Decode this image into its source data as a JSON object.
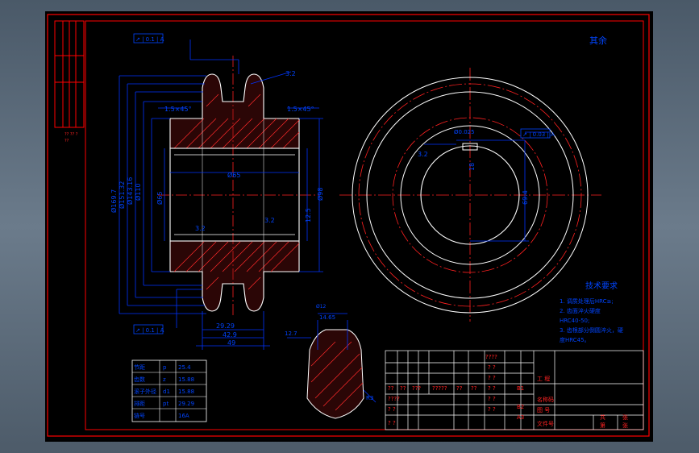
{
  "colors": {
    "frame": "#ff0000",
    "dim": "#0033ff",
    "center": "#ff2020",
    "outline": "#ffffff",
    "part": "#ffffff",
    "text": "#0044ff",
    "table": "#ffffff",
    "tabletext": "#ff2222"
  },
  "drawing": {
    "datum_top": "↗ | 0.1 | A",
    "datum_bottom": "↗ | 0.1 | A",
    "datum_right": "↗ | 0.03 | A",
    "datum_right2": "Ø0.025",
    "chamfer_left": "1.5×45°",
    "chamfer_right": "1.5×45°",
    "rough_top": "3.2",
    "rough_mid": "3.2",
    "rough_mid2": "3.2",
    "rough_right": "3.2",
    "bore_dim": "Ø65",
    "d1": "Ø169.7",
    "d2": "Ø151.32",
    "d3": "Ø143.16",
    "d4": "Ø110",
    "d5": "Ø65",
    "right_dia": "Ø98",
    "width_125": "12.5",
    "len_29": "29.29",
    "len_42": "42.9",
    "len_49": "49",
    "keyway_w": "18",
    "keyway_h": "69.4",
    "corner_mark": "其余",
    "tooth_label": "Ø12",
    "tooth_dim": "14.65",
    "tooth_dim2": "12.7",
    "side_r": "R3"
  },
  "tech_requirements": {
    "title": "技术要求",
    "lines": [
      "1. 调质处理后HRC≥;",
      "2. 齿面淬火硬度",
      "HRC40-50;",
      "3. 齿根部分倒圆淬火，硬",
      "度HRC45。"
    ]
  },
  "param_table": {
    "rows": [
      {
        "name": "节距",
        "sym": "p",
        "val": "25.4"
      },
      {
        "name": "齿数",
        "sym": "z",
        "val": "15.88"
      },
      {
        "name": "滚子外径",
        "sym": "d1",
        "val": "15.88"
      },
      {
        "name": "排距",
        "sym": "pt",
        "val": "29.29"
      },
      {
        "name": "链号",
        "sym": "",
        "val": "16A"
      }
    ]
  },
  "title_block": {
    "row_marks": [
      "????",
      "? ?",
      "? ?",
      "? ?",
      "? ?",
      "? ?"
    ],
    "header_cells": [
      "??",
      "??",
      "???",
      "?????",
      "??",
      "??"
    ],
    "left_cells": [
      "????",
      "? ?",
      "? ?"
    ],
    "scale_labels": [
      "B1",
      "B2",
      "A3"
    ],
    "labels": [
      "工  程",
      "名称码",
      "图  号",
      "文件号"
    ],
    "bottom": [
      "共",
      "张",
      "第",
      "张"
    ]
  },
  "side_marks": [
    "?? ?? ?",
    "??"
  ]
}
